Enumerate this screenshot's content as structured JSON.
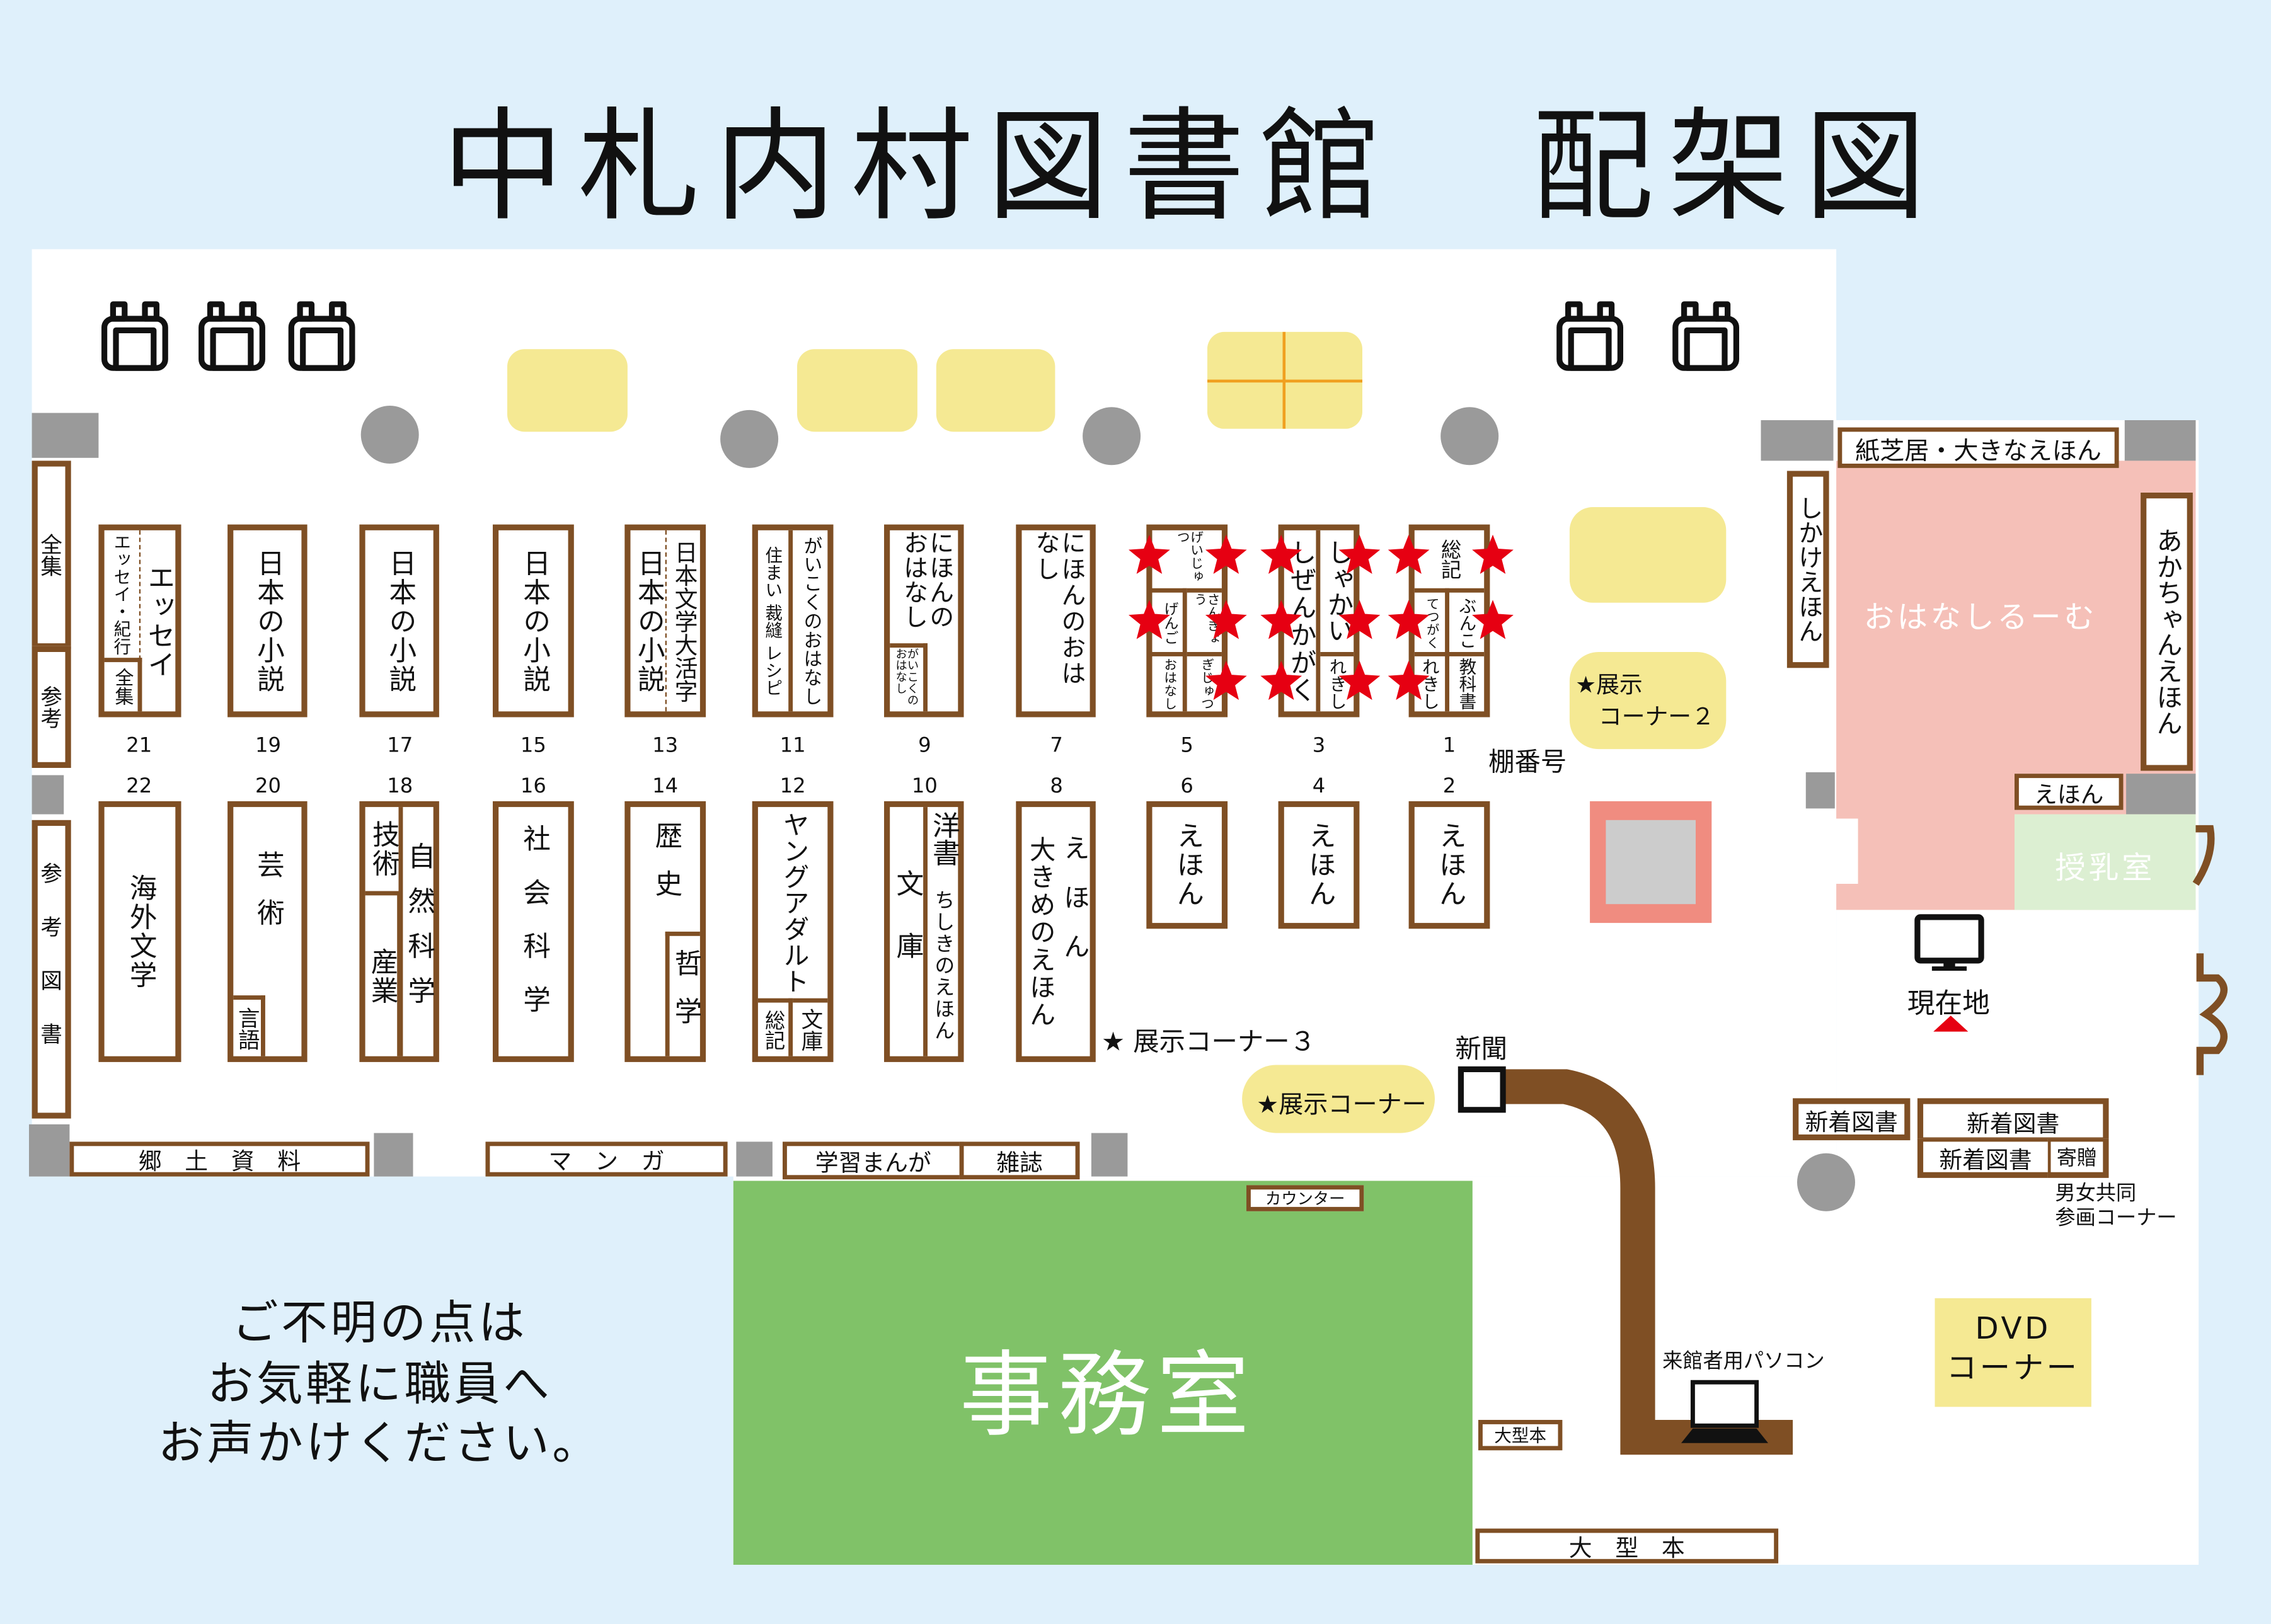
{
  "title": "中札内村図書館　配架図",
  "shelf_number_label": "棚番号",
  "shelves": {
    "s21": {
      "number": "21",
      "a": "エッセイ・紀行",
      "b": "全集",
      "c": "エッセイ"
    },
    "s19": {
      "number": "19",
      "a": "日本の小説"
    },
    "s17": {
      "number": "17",
      "a": "日本の小説"
    },
    "s15": {
      "number": "15",
      "a": "日本の小説"
    },
    "s13": {
      "number": "13",
      "a": "日本の小説",
      "b": "日本文学大活字"
    },
    "s11": {
      "number": "11",
      "a": "住まい 裁縫 レシピ",
      "b": "がいこくのおはなし"
    },
    "s9": {
      "number": "9",
      "a": "にほんのおはなし",
      "b": "がいこくのおはなし"
    },
    "s7": {
      "number": "7",
      "a": "にほんのおはなし"
    },
    "s5": {
      "number": "5",
      "a": "げいじゅつ",
      "b": "げんご",
      "c": "さんぎょう",
      "d": "おはなし",
      "e": "ぎじゅつ"
    },
    "s3": {
      "number": "3",
      "a": "しぜんかがく",
      "b": "しゃかい",
      "c": "れきし"
    },
    "s1": {
      "number": "1",
      "a": "総記",
      "b": "てつがく",
      "c": "ぶんこ",
      "d": "れきし",
      "e": "教科書"
    },
    "s22": {
      "number": "22",
      "a": "海外文学"
    },
    "s20": {
      "number": "20",
      "a": "芸術",
      "b": "言語"
    },
    "s18": {
      "number": "18",
      "a": "技術",
      "b": "産業",
      "c": "自然科学"
    },
    "s16": {
      "number": "16",
      "a": "社会科学"
    },
    "s14": {
      "number": "14",
      "a": "歴史",
      "b": "哲学"
    },
    "s12": {
      "number": "12",
      "a": "ヤングアダルト",
      "b": "総記",
      "c": "文庫"
    },
    "s10": {
      "number": "10",
      "a": "文庫",
      "b": "洋書",
      "c": "ちしきのえほん"
    },
    "s8": {
      "number": "8",
      "a": "大きめのえほん",
      "b": "えほん"
    },
    "s6": {
      "number": "6",
      "a": "えほん"
    },
    "s4": {
      "number": "4",
      "a": "えほん"
    },
    "s2": {
      "number": "2",
      "a": "えほん"
    }
  },
  "wall": {
    "zenshu": "全集",
    "sanko": "参考",
    "sanko_tosho": "参考図書",
    "kyodo": "郷　土　資　料",
    "manga": "マ　ン　ガ",
    "gakushu_manga": "学習まんが",
    "zasshi": "雑誌",
    "shikake": "しかけえほん",
    "kamishibai": "紙芝居・大きなえほん",
    "akachan": "あかちゃんえほん",
    "ehon": "えほん"
  },
  "rooms": {
    "ohanashi": "おはなしるーむ",
    "junyu": "授乳室",
    "jimushitsu": "事務室"
  },
  "labels": {
    "tenji2": "★展示\n　コーナー２",
    "tenji3": "★ 展示コーナー３",
    "tenji": "★展示コーナー",
    "genzaichi": "現在地",
    "shinbun": "新聞",
    "counter": "カウンター",
    "ogata_small": "大型本",
    "ogata": "大　型　本",
    "pc": "来館者用パソコン",
    "shinchaku1": "新着図書",
    "shinchaku2": "新着図書",
    "shinchaku3": "新着図書",
    "kizo": "寄贈",
    "danjo1": "男女共同",
    "danjo2": "参画コーナー",
    "dvd1": "DVD",
    "dvd2": "コーナー",
    "notice1": "ご不明の点は",
    "notice2": "お気軽に職員へ",
    "notice3": "お声かけください。"
  },
  "colors": {
    "shelf": "#7f4f24",
    "star": "#e60012",
    "table": "#f5e993",
    "office": "#80c268",
    "room": "#f5c0b8"
  }
}
